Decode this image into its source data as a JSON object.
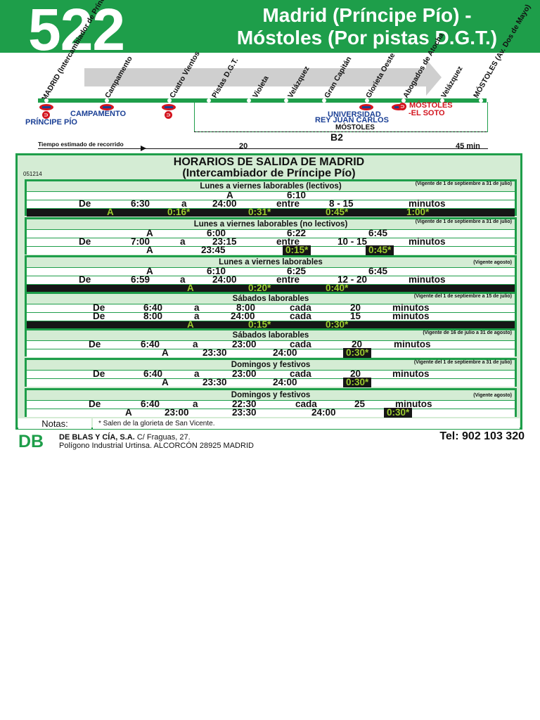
{
  "header": {
    "line": "522",
    "title_1": "Madrid (Príncipe Pío) -",
    "title_2": "Móstoles (Por pistas D.G.T.)"
  },
  "route": {
    "stops": [
      "MADRID (Intercambiador de Príncipe Pío)",
      "Campamento",
      "Cuatro Vientos",
      "Pistas D.G.T.",
      "Violeta",
      "Velázquez",
      "Gran Capitán",
      "Glorieta Oeste",
      "Abogados de Atocha",
      "Velázquez",
      "MÓSTOLES (Av. Dos de Mayo)"
    ],
    "connections": {
      "principe_pio": "PRÍNCIPE PÍO",
      "campamento": "CAMPAMENTO",
      "universidad_1": "UNIVERSIDAD",
      "universidad_2": "REY JUAN CARLOS",
      "universidad_3": "MÓSTOLES",
      "mostoles_1": "MÓSTOLES",
      "mostoles_2": "-EL SOTO"
    },
    "zone": "B2",
    "time_label": "Tiempo estimado de recorrido",
    "time_mid": "20",
    "time_end": "45 min"
  },
  "timetable": {
    "title": "HORARIOS DE SALIDA DE MADRID",
    "subtitle": "(Intercambiador de Príncipe Pío)",
    "code": "051214",
    "blocks": [
      {
        "title": "Lunes a viernes laborables (lectivos)",
        "valid": "(Vigente de 1 de septiembre a 31 de julio)",
        "r1": [
          "A",
          "6:10"
        ],
        "r2": [
          "De",
          "6:30",
          "a",
          "24:00",
          "entre",
          "8 - 15",
          "minutos"
        ],
        "r3": [
          "A",
          "0:16*",
          "0:31*",
          "0:45*",
          "1:00*"
        ]
      },
      {
        "title": "Lunes a viernes laborables (no lectivos)",
        "valid": "(Vigente de 1 de septiembre a 31 de julio)",
        "r1": [
          "A",
          "6:00",
          "6:22",
          "6:45"
        ],
        "r2": [
          "De",
          "7:00",
          "a",
          "23:15",
          "entre",
          "10 - 15",
          "minutos"
        ],
        "r3": [
          "A",
          "23:45",
          "0:15*",
          "0:45*"
        ]
      },
      {
        "title": "Lunes a viernes laborables",
        "valid": "(Vigente agosto)",
        "r1": [
          "A",
          "6:10",
          "6:25",
          "6:45"
        ],
        "r2": [
          "De",
          "6:59",
          "a",
          "24:00",
          "entre",
          "12 - 20",
          "minutos"
        ],
        "r3": [
          "A",
          "0:20*",
          "0:40*"
        ]
      },
      {
        "title": "Sábados laborables",
        "valid": "(Vigente del 1 de septiembre a 15 de julio)",
        "r1": [
          "De",
          "6:40",
          "a",
          "8:00",
          "cada",
          "20",
          "minutos"
        ],
        "r2": [
          "De",
          "8:00",
          "a",
          "24:00",
          "cada",
          "15",
          "minutos"
        ],
        "r3": [
          "A",
          "0:15*",
          "0:30*"
        ]
      },
      {
        "title": "Sábados laborables",
        "valid": "(Vigente de 16 de julio a 31 de agosto)",
        "r1": [
          "De",
          "6:40",
          "a",
          "23:00",
          "cada",
          "20",
          "minutos"
        ],
        "r2": [
          "A",
          "23:30",
          "24:00",
          "0:30*"
        ]
      },
      {
        "title": "Domingos y festivos",
        "valid": "(Vigente del 1 de septiembre a 31 de julio)",
        "r1": [
          "De",
          "6:40",
          "a",
          "23:00",
          "cada",
          "20",
          "minutos"
        ],
        "r2": [
          "A",
          "23:30",
          "24:00",
          "0:30*"
        ]
      },
      {
        "title": "Domingos y festivos",
        "valid": "(Vigente agosto)",
        "r1": [
          "De",
          "6:40",
          "a",
          "22:30",
          "cada",
          "25",
          "minutos"
        ],
        "r2": [
          "A",
          "23:00",
          "23:30",
          "24:00",
          "0:30*"
        ]
      }
    ],
    "notes_label": "Notas:",
    "notes_text": "* Salen de la glorieta de San Vicente."
  },
  "footer": {
    "logo": "DB",
    "company_bold": "DE BLAS Y CÍA, S.A.",
    "company_addr": "C/ Fraguas, 27.",
    "company_line2": "Polígono Industrial Urtinsa. ALCORCÓN 28925 MADRID",
    "phone": "Tel: 902 103 320"
  },
  "colors": {
    "brand_green": "#1e9e4a",
    "panel_bg": "#d4ecd4",
    "dark_row": "#161616",
    "highlight_text": "#9bcc2f"
  }
}
